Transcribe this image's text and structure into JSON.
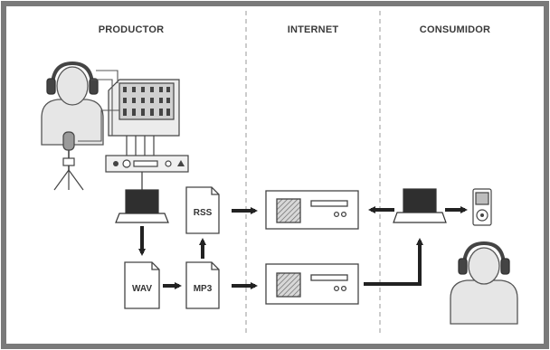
{
  "sections": {
    "producer": "PRODUCTOR",
    "internet": "INTERNET",
    "consumer": "CONSUMIDOR"
  },
  "files": {
    "rss": "RSS",
    "wav": "WAV",
    "mp3": "MP3"
  },
  "colors": {
    "frame": "#7a7a7a",
    "stroke": "#555555",
    "fill_light": "#e6e6e6",
    "screen": "#2f2f2f",
    "arrow": "#222222"
  }
}
